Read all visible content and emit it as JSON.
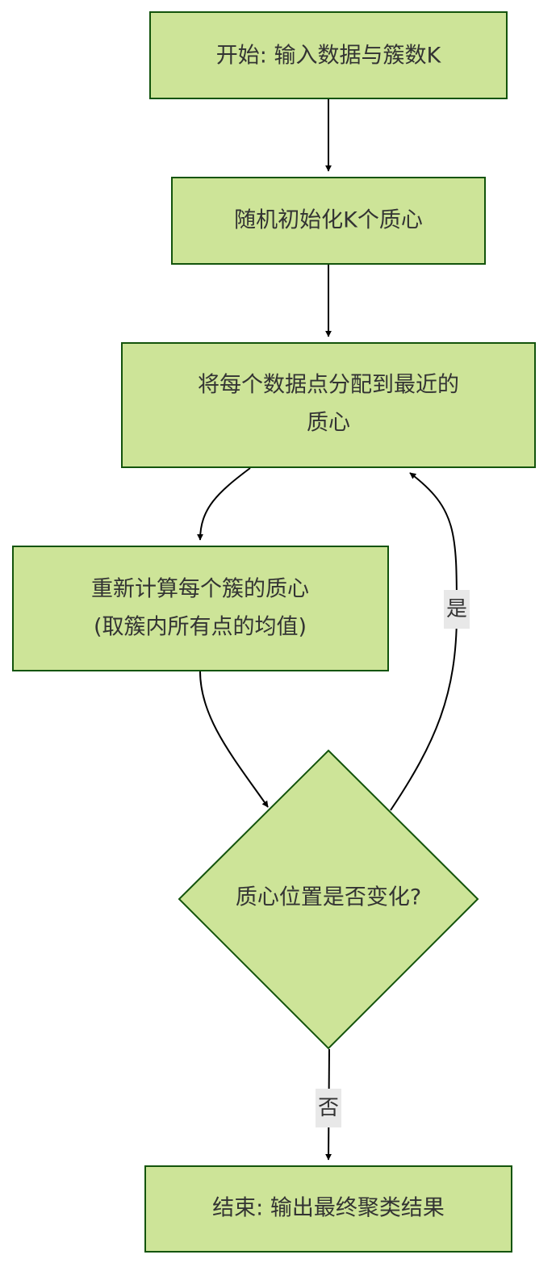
{
  "diagram": {
    "type": "flowchart",
    "title": "K-means clustering flowchart",
    "colors": {
      "node_fill": "#cde498",
      "node_stroke": "#13540c",
      "text": "#333333",
      "edge": "#000000",
      "edge_label_bg": "#e8e8e8"
    },
    "nodes": [
      {
        "id": "start",
        "shape": "rect",
        "lines": [
          "开始: 输入数据与簇数K"
        ]
      },
      {
        "id": "init",
        "shape": "rect",
        "lines": [
          "随机初始化K个质心"
        ]
      },
      {
        "id": "assign",
        "shape": "rect",
        "lines": [
          "将每个数据点分配到最近的",
          "质心"
        ]
      },
      {
        "id": "update",
        "shape": "rect",
        "lines": [
          "重新计算每个簇的质心",
          "(取簇内所有点的均值)"
        ]
      },
      {
        "id": "check",
        "shape": "diamond",
        "lines": [
          "质心位置是否变化?"
        ]
      },
      {
        "id": "end",
        "shape": "rect",
        "lines": [
          "结束: 输出最终聚类结果"
        ]
      }
    ],
    "edges": [
      {
        "from": "start",
        "to": "init",
        "label": ""
      },
      {
        "from": "init",
        "to": "assign",
        "label": ""
      },
      {
        "from": "assign",
        "to": "update",
        "label": ""
      },
      {
        "from": "update",
        "to": "check",
        "label": ""
      },
      {
        "from": "check",
        "to": "assign",
        "label": "是"
      },
      {
        "from": "check",
        "to": "end",
        "label": "否"
      }
    ]
  }
}
